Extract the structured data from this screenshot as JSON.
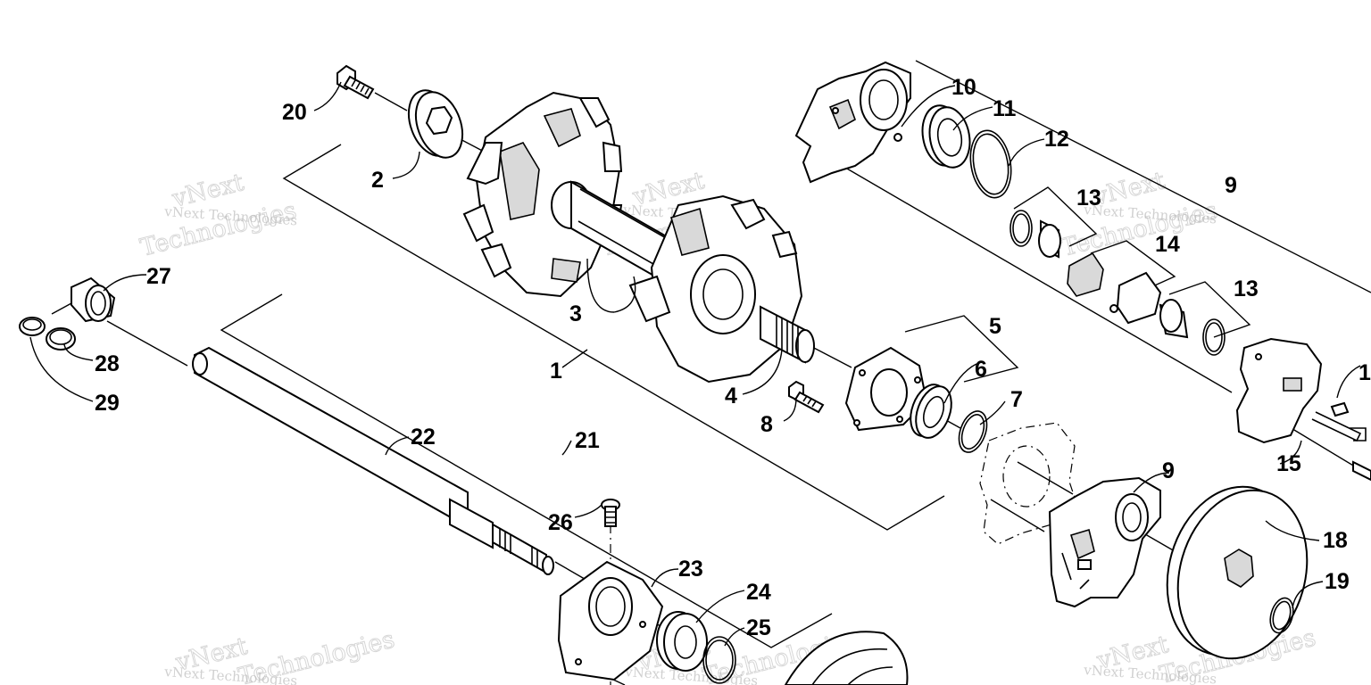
{
  "watermark": {
    "line1": "vNext",
    "line2": "vNext Technologies",
    "line3": "Technologies"
  },
  "callouts": [
    "1",
    "2",
    "3",
    "4",
    "5",
    "6",
    "7",
    "8",
    "9",
    "9",
    "10",
    "11",
    "12",
    "13",
    "13",
    "14",
    "15",
    "18",
    "19",
    "20",
    "21",
    "22",
    "23",
    "24",
    "25",
    "26",
    "27",
    "28",
    "29",
    "1"
  ]
}
